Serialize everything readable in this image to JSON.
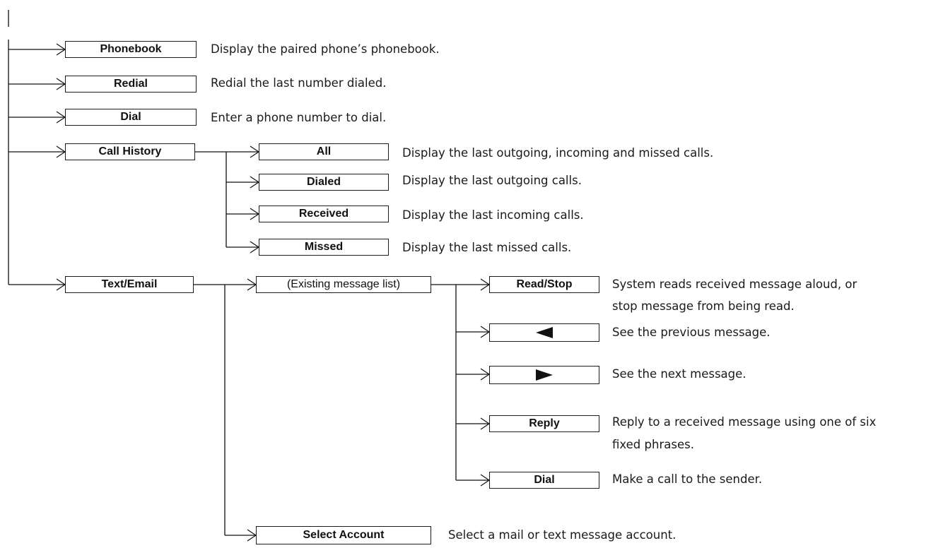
{
  "menu": {
    "phonebook": {
      "label": "Phonebook",
      "description": "Display the paired phone’s phonebook."
    },
    "redial": {
      "label": "Redial",
      "description": "Redial the last number dialed."
    },
    "dial": {
      "label": "Dial",
      "description": "Enter a phone number to dial."
    },
    "call_history": {
      "label": "Call History",
      "items": [
        {
          "label": "All",
          "description": "Display the last outgoing, incoming and missed calls."
        },
        {
          "label": "Dialed",
          "description": "Display the last outgoing calls."
        },
        {
          "label": "Received",
          "description": "Display the last incoming calls."
        },
        {
          "label": "Missed",
          "description": "Display the last missed calls."
        }
      ]
    },
    "text_email": {
      "label": "Text/Email",
      "message_list": {
        "label": "(Existing message list)",
        "items": [
          {
            "label": "Read/Stop",
            "description_line1": "System reads received message aloud, or",
            "description_line2": "stop message from being read."
          },
          {
            "icon": "previous-triangle-icon",
            "description": "See the previous message."
          },
          {
            "icon": "next-triangle-icon",
            "description": "See the next message."
          },
          {
            "label": "Reply",
            "description_line1": "Reply to a received message using one of six",
            "description_line2": "fixed phrases."
          },
          {
            "label": "Dial",
            "description": "Make a call to the sender."
          }
        ]
      },
      "select_account": {
        "label": "Select Account",
        "description": "Select a mail or text message account."
      }
    }
  }
}
